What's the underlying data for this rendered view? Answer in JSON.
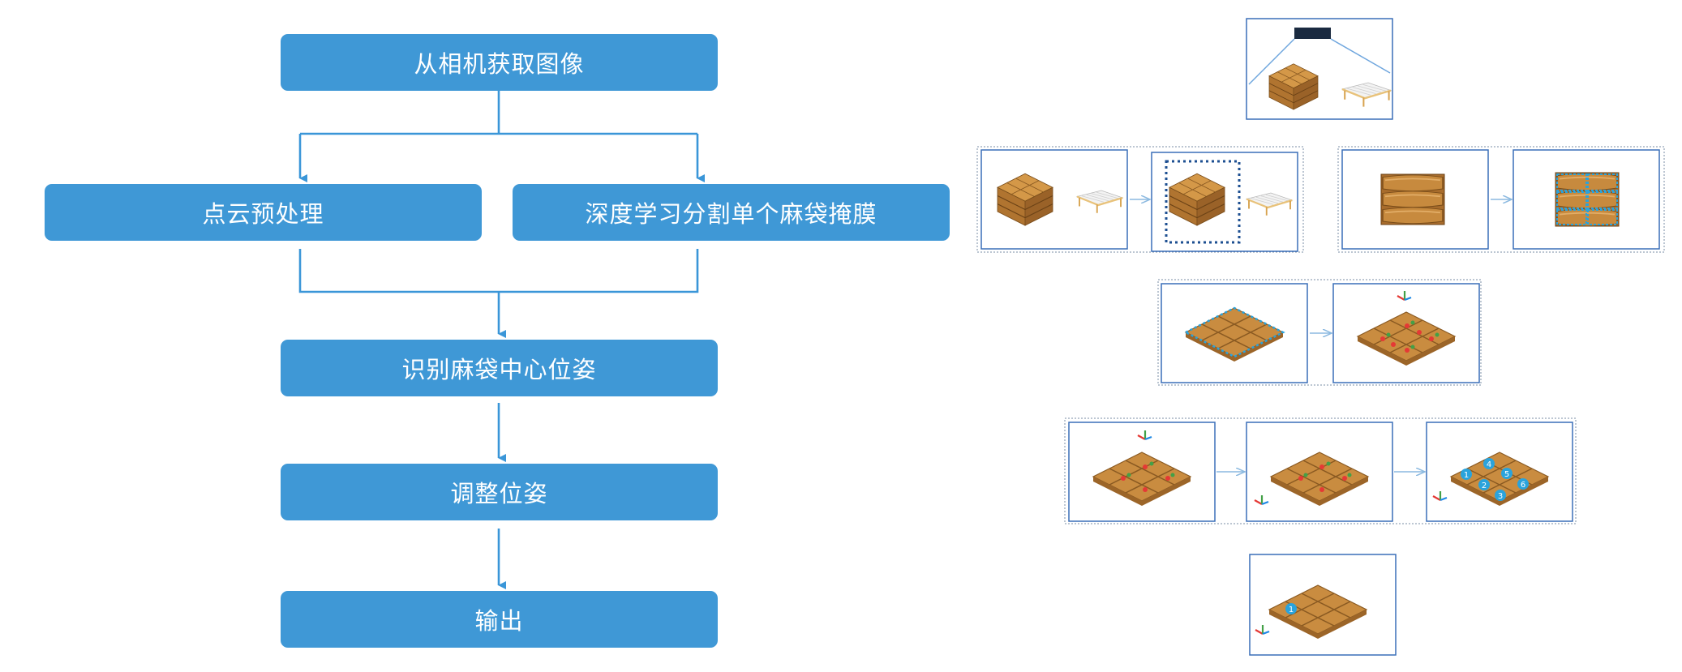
{
  "flowchart": {
    "steps": {
      "camera": "从相机获取图像",
      "pointcloud": "点云预处理",
      "deep_learning": "深度学习分割单个麻袋掩膜",
      "recognize": "识别麻袋中心位姿",
      "adjust": "调整位姿",
      "output": "输出"
    }
  },
  "illustrations": {
    "order_labels": [
      "1",
      "2",
      "3",
      "4",
      "5",
      "6"
    ]
  },
  "colors": {
    "box_fill": "#3f98d6",
    "connector": "#3a96d8",
    "sack": "#c78a3e",
    "sack_dark": "#8a5a22",
    "marker_blue": "#2aa3dc",
    "conveyor": "#e8c27a"
  }
}
